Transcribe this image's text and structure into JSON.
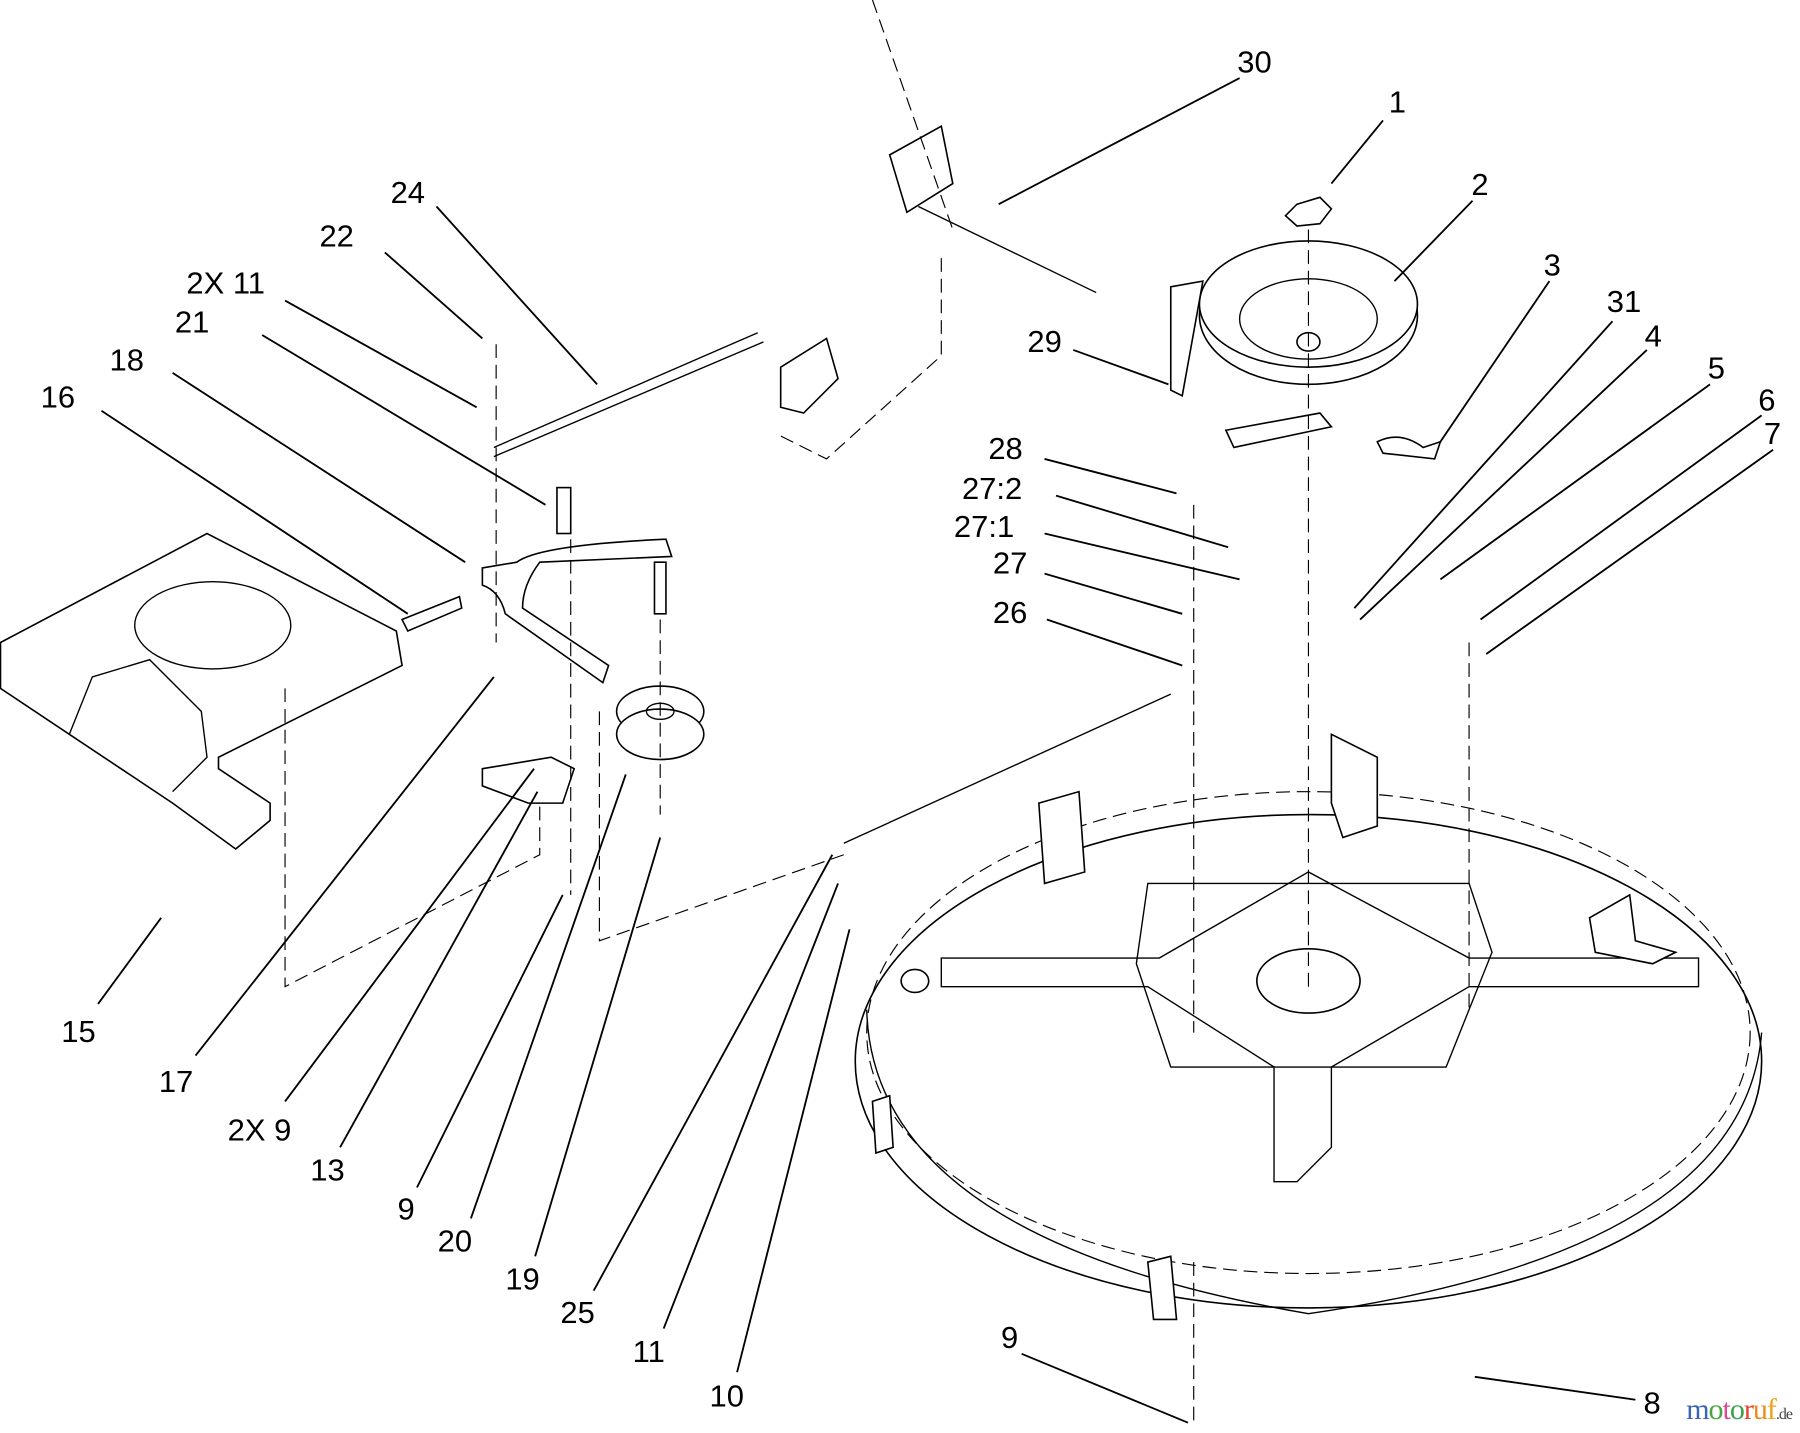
{
  "diagram": {
    "callouts": [
      "30",
      "1",
      "2",
      "3",
      "31",
      "4",
      "5",
      "6",
      "7",
      "29",
      "28",
      "27:2",
      "27:1",
      "27",
      "26",
      "24",
      "22",
      "2X 11",
      "21",
      "18",
      "16",
      "15",
      "17",
      "2X 9",
      "13",
      "9",
      "20",
      "19",
      "25",
      "11",
      "10",
      "9",
      "8"
    ]
  },
  "watermark": {
    "text": "motoruf",
    "suffix": ".de",
    "letters": [
      "m",
      "o",
      "t",
      "o",
      "r",
      "u",
      "f"
    ],
    "colors": [
      "#3b63b8",
      "#46a645",
      "#e04a9a",
      "#3aa34a",
      "#e0452e",
      "#f08a1e",
      "#f0a21e"
    ]
  }
}
